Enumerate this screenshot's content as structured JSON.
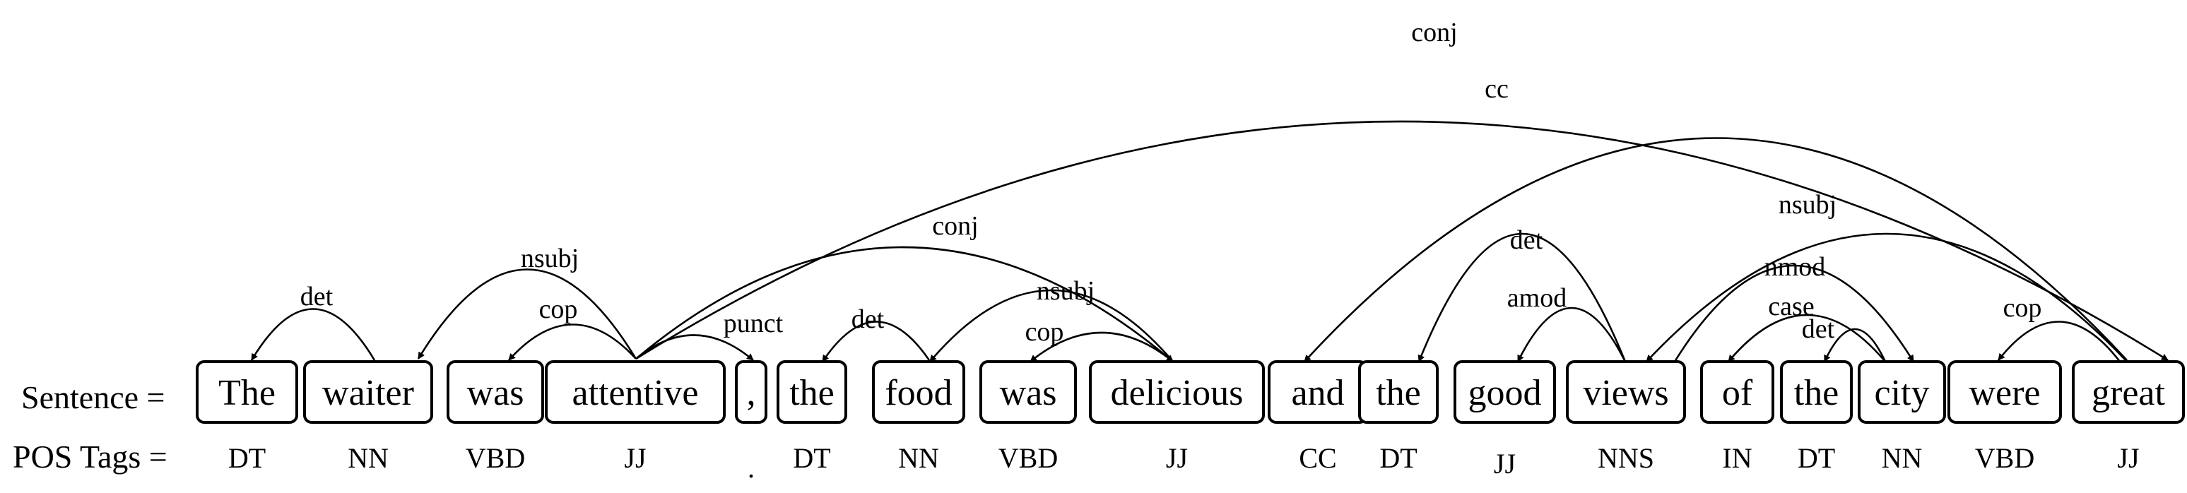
{
  "labels": {
    "sentence": "Sentence =",
    "pos": "POS Tags ="
  },
  "tokens": [
    {
      "word": "The",
      "pos": "DT"
    },
    {
      "word": "waiter",
      "pos": "NN"
    },
    {
      "word": "was",
      "pos": "VBD"
    },
    {
      "word": "attentive",
      "pos": "JJ"
    },
    {
      "word": ",",
      "pos": "."
    },
    {
      "word": "the",
      "pos": "DT"
    },
    {
      "word": "food",
      "pos": "NN"
    },
    {
      "word": "was",
      "pos": "VBD"
    },
    {
      "word": "delicious",
      "pos": "JJ"
    },
    {
      "word": "and",
      "pos": "CC"
    },
    {
      "word": "the",
      "pos": "DT"
    },
    {
      "word": "good",
      "pos": "JJ"
    },
    {
      "word": "views",
      "pos": "NNS"
    },
    {
      "word": "of",
      "pos": "IN"
    },
    {
      "word": "the",
      "pos": "DT"
    },
    {
      "word": "city",
      "pos": "NN"
    },
    {
      "word": "were",
      "pos": "VBD"
    },
    {
      "word": "great",
      "pos": "JJ"
    }
  ],
  "arcs": [
    {
      "label": "det",
      "head": 1,
      "dep": 0
    },
    {
      "label": "nsubj",
      "head": 3,
      "dep": 1
    },
    {
      "label": "cop",
      "head": 3,
      "dep": 2
    },
    {
      "label": "punct",
      "head": 3,
      "dep": 4
    },
    {
      "label": "conj",
      "head": 3,
      "dep": 8
    },
    {
      "label": "conj",
      "head": 3,
      "dep": 17
    },
    {
      "label": "det",
      "head": 6,
      "dep": 5
    },
    {
      "label": "nsubj",
      "head": 8,
      "dep": 6
    },
    {
      "label": "cop",
      "head": 8,
      "dep": 7
    },
    {
      "label": "cc",
      "head": 17,
      "dep": 9
    },
    {
      "label": "det",
      "head": 12,
      "dep": 10
    },
    {
      "label": "amod",
      "head": 12,
      "dep": 11
    },
    {
      "label": "nmod",
      "head": 12,
      "dep": 15
    },
    {
      "label": "nsubj",
      "head": 17,
      "dep": 12
    },
    {
      "label": "case",
      "head": 15,
      "dep": 13
    },
    {
      "label": "det",
      "head": 15,
      "dep": 14
    },
    {
      "label": "cop",
      "head": 17,
      "dep": 16
    }
  ]
}
